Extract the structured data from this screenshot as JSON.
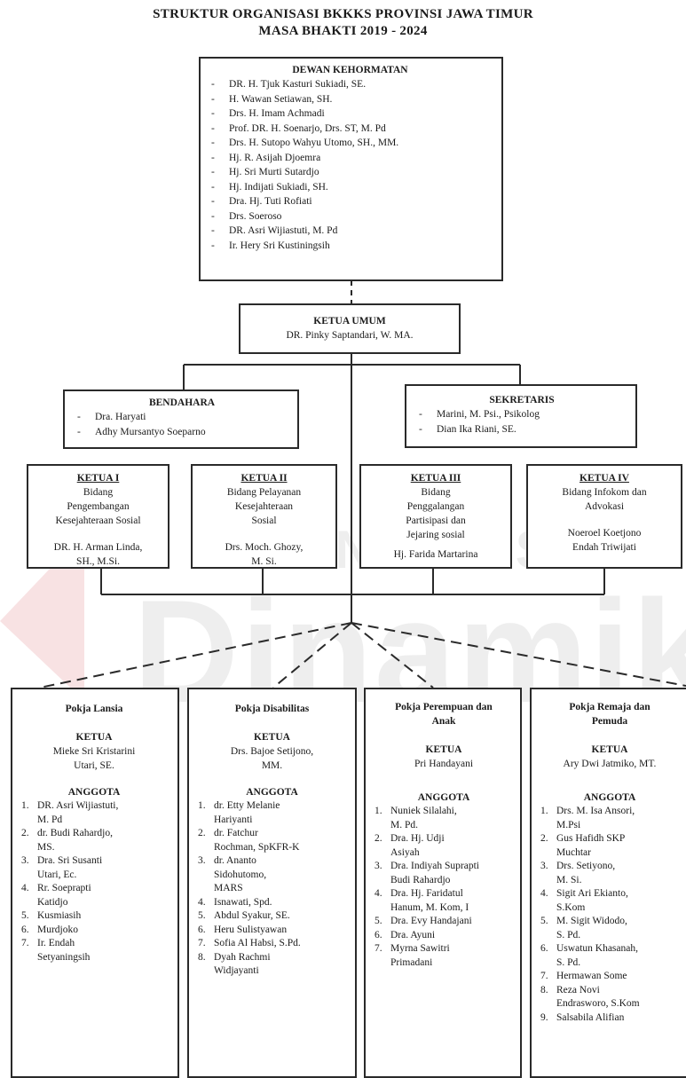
{
  "header": {
    "line1": "STRUKTUR ORGANISASI BKKKS PROVINSI JAWA TIMUR",
    "line2": "MASA BHAKTI 2019 - 2024"
  },
  "dewan": {
    "title": "DEWAN KEHORMATAN",
    "members": [
      "DR. H. Tjuk Kasturi Sukiadi, SE.",
      "H. Wawan Setiawan, SH.",
      "Drs. H. Imam Achmadi",
      "Prof. DR. H. Soenarjo, Drs. ST, M. Pd",
      "Drs. H. Sutopo Wahyu Utomo, SH., MM.",
      "Hj. R. Asijah Djoemra",
      "Hj. Sri Murti Sutardjo",
      "Hj. Indijati Sukiadi, SH.",
      "Dra. Hj. Tuti Rofiati",
      "Drs. Soeroso",
      "DR. Asri Wijiastuti, M. Pd",
      "Ir. Hery Sri Kustiningsih"
    ]
  },
  "ketua_umum": {
    "title": "KETUA UMUM",
    "name": "DR. Pinky Saptandari, W. MA."
  },
  "bendahara": {
    "title": "BENDAHARA",
    "members": [
      "Dra. Haryati",
      "Adhy Mursantyo Soeparno"
    ]
  },
  "sekretaris": {
    "title": "SEKRETARIS",
    "members": [
      "Marini, M. Psi., Psikolog",
      "Dian Ika Riani, SE."
    ]
  },
  "ketua_boxes": [
    {
      "title": "KETUA I",
      "bidang": [
        "Bidang",
        "Pengembangan",
        "Kesejahteraan Sosial"
      ],
      "name": [
        "DR. H. Arman Linda,",
        "SH., M.Si."
      ]
    },
    {
      "title": "KETUA II",
      "bidang": [
        "Bidang Pelayanan",
        "Kesejahteraan",
        "Sosial"
      ],
      "name": [
        "Drs. Moch. Ghozy,",
        "M. Si."
      ]
    },
    {
      "title": "KETUA III",
      "bidang": [
        "Bidang",
        "Penggalangan",
        "Partisipasi dan",
        "Jejaring sosial"
      ],
      "name": [
        "Hj. Farida Martarina"
      ]
    },
    {
      "title": "KETUA IV",
      "bidang": [
        "Bidang Infokom dan",
        "Advokasi"
      ],
      "name": [
        "Noeroel Koetjono",
        "Endah Triwijati"
      ]
    }
  ],
  "pokja": [
    {
      "title": [
        "Pokja Lansia"
      ],
      "ketua_label": "KETUA",
      "ketua": [
        "Mieke Sri Kristarini",
        "Utari, SE."
      ],
      "anggota_label": "ANGGOTA",
      "anggota": [
        [
          "1.",
          "DR. Asri Wijiastuti,",
          "M. Pd"
        ],
        [
          "2.",
          "dr. Budi Rahardjo,",
          "MS."
        ],
        [
          "3.",
          "Dra. Sri Susanti",
          "Utari, Ec."
        ],
        [
          "4.",
          "Rr. Soeprapti",
          "Katidjo"
        ],
        [
          "5.",
          "Kusmiasih"
        ],
        [
          "6.",
          "Murdjoko"
        ],
        [
          "7.",
          "Ir. Endah",
          "Setyaningsih"
        ]
      ]
    },
    {
      "title": [
        "Pokja Disabilitas"
      ],
      "ketua_label": "KETUA",
      "ketua": [
        "Drs. Bajoe Setijono,",
        "MM."
      ],
      "anggota_label": "ANGGOTA",
      "anggota": [
        [
          "1.",
          "dr. Etty Melanie",
          "Hariyanti"
        ],
        [
          "2.",
          "dr. Fatchur",
          "Rochman, SpKFR-K"
        ],
        [
          "3.",
          "dr. Ananto",
          "Sidohutomo,",
          "MARS"
        ],
        [
          "4.",
          "Isnawati, Spd."
        ],
        [
          "5.",
          "Abdul Syakur, SE."
        ],
        [
          "6.",
          "Heru Sulistyawan"
        ],
        [
          "7.",
          "Sofia Al Habsi, S.Pd."
        ],
        [
          "8.",
          "Dyah Rachmi",
          "Widjayanti"
        ]
      ]
    },
    {
      "title": [
        "Pokja Perempuan dan",
        "Anak"
      ],
      "ketua_label": "KETUA",
      "ketua": [
        "Pri Handayani"
      ],
      "anggota_label": "ANGGOTA",
      "anggota": [
        [
          "1.",
          "Nuniek Silalahi,",
          "M. Pd."
        ],
        [
          "2.",
          "Dra. Hj. Udji",
          "Asiyah"
        ],
        [
          "3.",
          "Dra. Indiyah Suprapti",
          "Budi Rahardjo"
        ],
        [
          "4.",
          "Dra. Hj. Faridatul",
          "Hanum, M. Kom, I"
        ],
        [
          "5.",
          "Dra. Evy Handajani"
        ],
        [
          "6.",
          "Dra. Ayuni"
        ],
        [
          "7.",
          "Myrna Sawitri",
          "Primadani"
        ]
      ]
    },
    {
      "title": [
        "Pokja Remaja dan",
        "Pemuda"
      ],
      "ketua_label": "KETUA",
      "ketua": [
        "Ary Dwi Jatmiko, MT."
      ],
      "anggota_label": "ANGGOTA",
      "anggota": [
        [
          "1.",
          "Drs. M. Isa Ansori,",
          "M.Psi"
        ],
        [
          "2.",
          "Gus Hafidh SKP",
          "Muchtar"
        ],
        [
          "3.",
          "Drs. Setiyono,",
          "M. Si."
        ],
        [
          "4.",
          "Sigit Ari Ekianto,",
          "S.Kom"
        ],
        [
          "5.",
          "M. Sigit Widodo,",
          "S. Pd."
        ],
        [
          "6.",
          "Uswatun Khasanah,",
          "S. Pd."
        ],
        [
          "7.",
          "Hermawan Some"
        ],
        [
          "8.",
          "Reza Novi",
          "Endrasworo, S.Kom"
        ],
        [
          "9.",
          "Salsabila Alifian"
        ]
      ]
    }
  ],
  "watermark": {
    "line1": "UNIVERSITAS",
    "line2": "Dinamika"
  }
}
